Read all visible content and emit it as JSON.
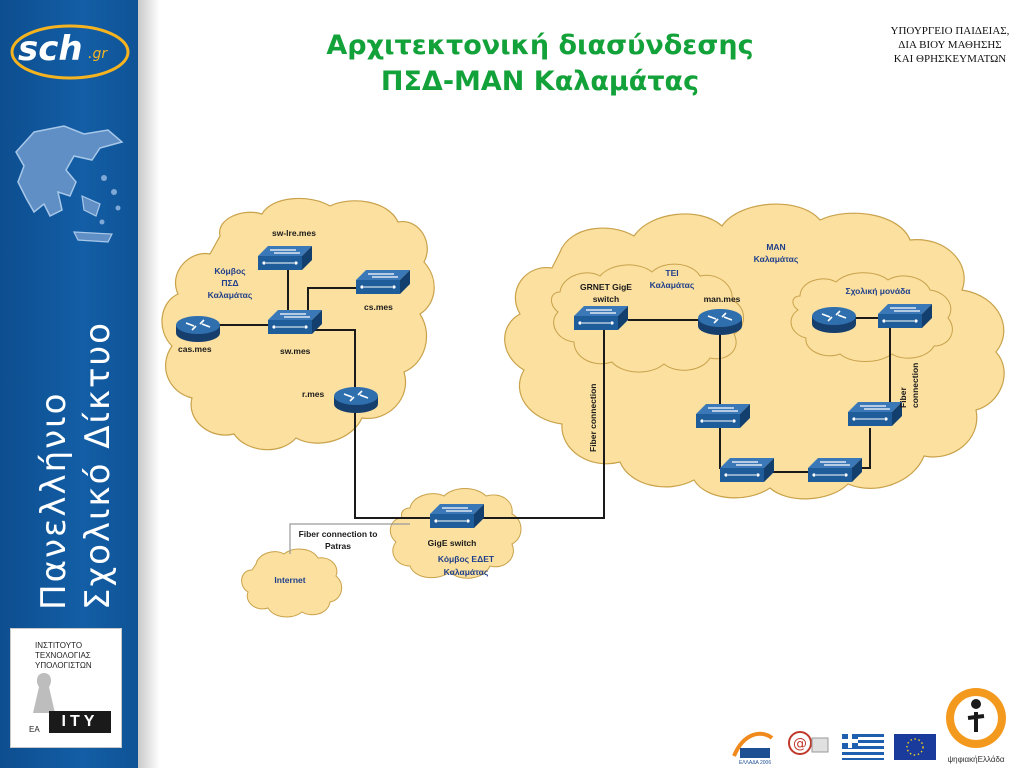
{
  "title": {
    "line1": "Αρχιτεκτονική διασύνδεσης",
    "line2": "ΠΣΔ-MAN Καλαμάτας"
  },
  "ministry": {
    "line1": "ΥΠΟΥΡΓΕΙΟ ΠΑΙΔΕΙΑΣ,",
    "line2": "ΔΙΑ ΒΙΟΥ ΜΑΘΗΣΗΣ",
    "line3": "ΚΑΙ ΘΡΗΣΚΕΥΜΑΤΩΝ"
  },
  "sidebar": {
    "logo_text": "sch",
    "logo_suffix": ".gr",
    "vertical_line1": "Πανελλήνιο",
    "vertical_line2": "Σχολικό Δίκτυο",
    "ity": {
      "inst_top": "ΙΝΣΤΙΤΟΥΤΟ",
      "inst_mid": "ΤΕΧΝΟΛΟΓΙΑΣ",
      "inst_bot": "ΥΠΟΛΟΓΙΣΤΩΝ",
      "label": "ΙΤΥ",
      "prefix": "ΕΑ"
    }
  },
  "diagram": {
    "node_psd_line1": "Κόμβος",
    "node_psd_line2": "ΠΣΔ",
    "node_psd_line3": "Καλαμάτας",
    "sw_lre": "sw-lre.mes",
    "cs": "cs.mes",
    "cas": "cas.mes",
    "sw": "sw.mes",
    "r": "r.mes",
    "man_line1": "MAN",
    "man_line2": "Καλαμάτας",
    "tei_line1": "TEI",
    "tei_line2": "Καλαμάτας",
    "grnet_line1": "GRNET GigE",
    "grnet_line2": "switch",
    "man_mes": "man.mes",
    "school_unit": "Σχολική μονάδα",
    "fiber_left": "Fiber connection",
    "fiber_right_line1": "Fiber",
    "fiber_right_line2": "connection",
    "fiber_patras_line1": "Fiber connection to",
    "fiber_patras_line2": "Patras",
    "gige_switch": "GigE switch",
    "edet_line1": "Κόμβος ΕΔΕΤ",
    "edet_line2": "Καλαμάτας",
    "internet": "Internet"
  },
  "footer": {
    "psifiaki": "ψηφιακήΕλλάδα",
    "athletes": "ΕΛΛΑΔΑ 2006"
  },
  "colors": {
    "title_green": "#13a23a",
    "sidebar_blue": "#135ea6",
    "cloud_fill": "#fbe0a0",
    "device_blue": "#1e5c9a"
  }
}
